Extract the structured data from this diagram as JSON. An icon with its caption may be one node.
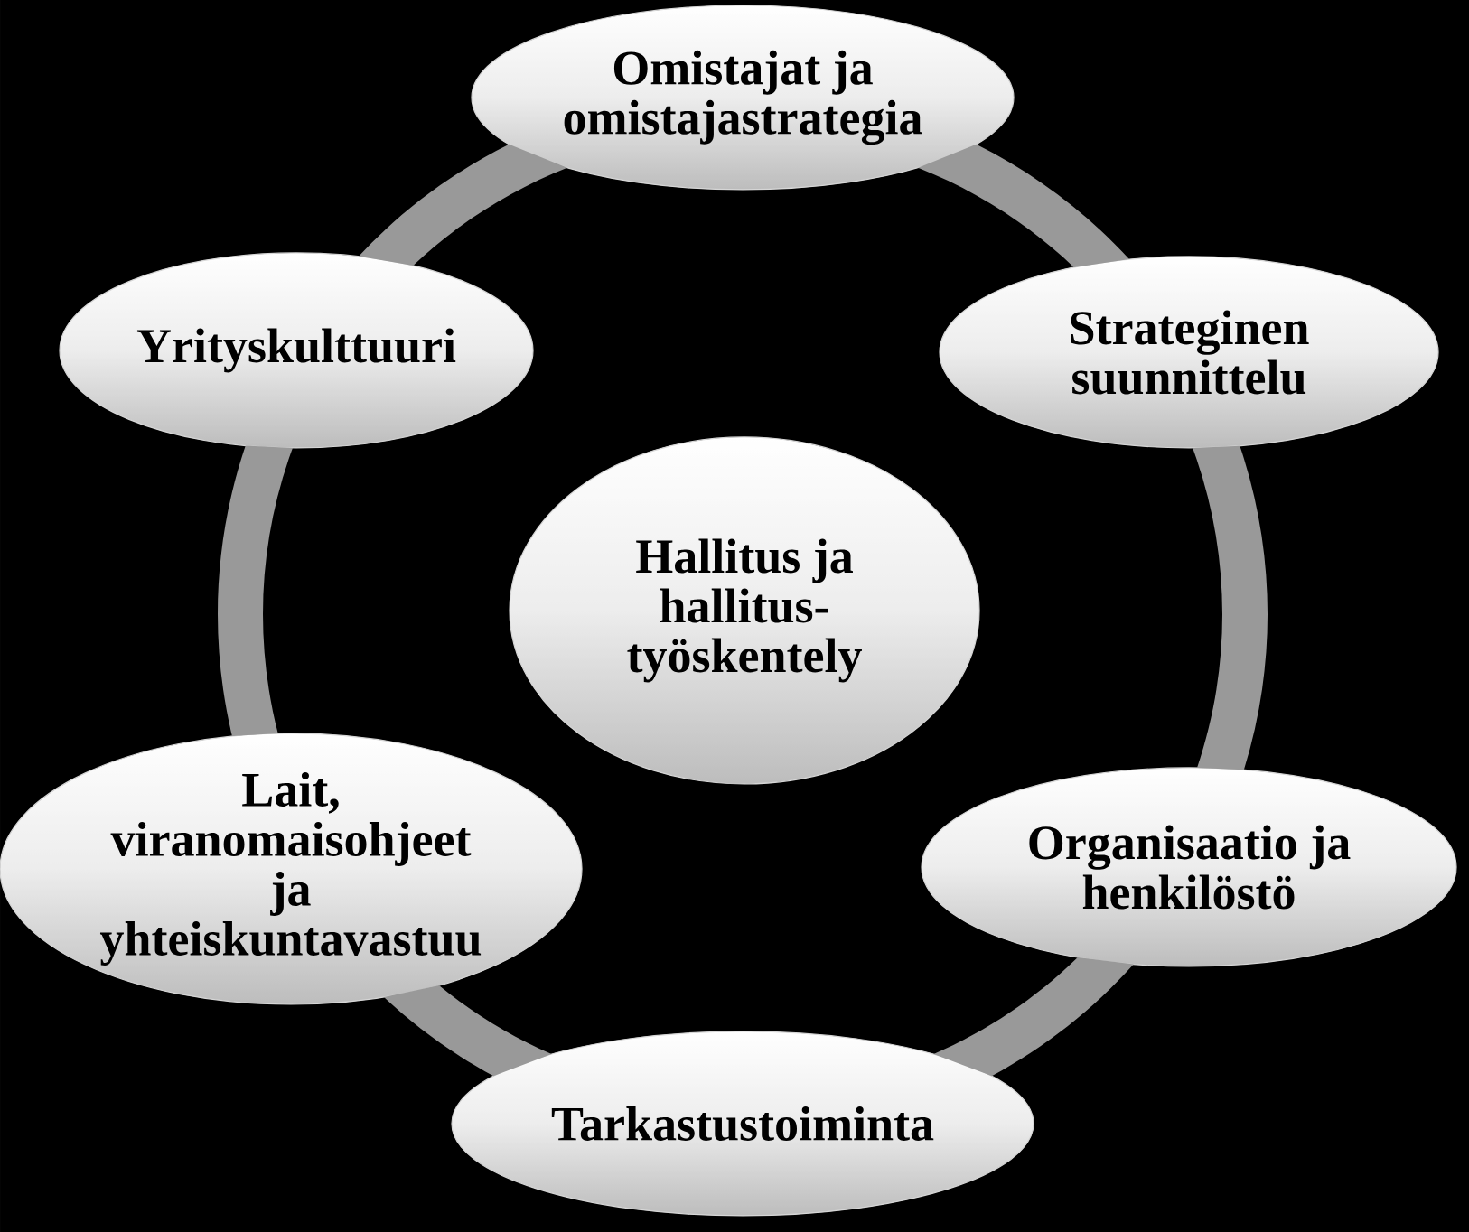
{
  "diagram": {
    "nodes": [
      {
        "text": [
          "Omistajat ja omistajastrategia"
        ]
      },
      {
        "text": [
          "Yrityskulttuuri"
        ]
      },
      {
        "text": [
          "Strateginen suunnittelu"
        ]
      },
      {
        "text": [
          "Hallitus ja hallitus- työskentely"
        ]
      },
      {
        "text": [
          "Lait, viranomaisohjeet ja yhteiskuntavastuu"
        ]
      },
      {
        "text": [
          "Organisaatio ja henkilöstö"
        ]
      },
      {
        "text": [
          "Tarkastustoiminta"
        ]
      }
    ],
    "edges": [
      {
        "from": 0,
        "to": 2,
        "arrow": "none"
      },
      {
        "from": 2,
        "to": 5,
        "arrow": "none"
      },
      {
        "from": 5,
        "to": 6,
        "arrow": "none"
      },
      {
        "from": 6,
        "to": 4,
        "arrow": "none"
      },
      {
        "from": 4,
        "to": 1,
        "arrow": "none"
      },
      {
        "from": 1,
        "to": 0,
        "arrow": "none"
      }
    ]
  }
}
